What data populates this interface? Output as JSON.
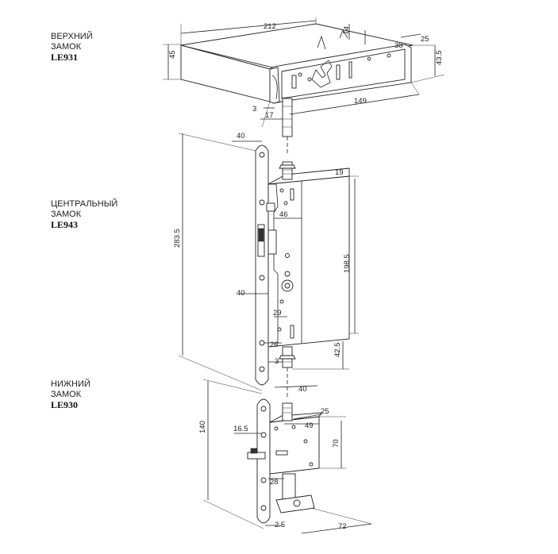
{
  "locks": {
    "top": {
      "line1": "ВЕРХНИЙ",
      "line2": "ЗАМОК",
      "code": "LE931"
    },
    "center": {
      "line1": "ЦЕНТРАЛЬНЫЙ",
      "line2": "ЗАМОК",
      "code": "LE943"
    },
    "bottom": {
      "line1": "НИЖНИЙ",
      "line2": "ЗАМОК",
      "code": "LE930"
    }
  },
  "dimensions": {
    "top_width": "212",
    "top_height": "45",
    "top_14": "14",
    "top_25": "25",
    "top_38": "38",
    "top_43_5": "43.5",
    "top_149": "149",
    "top_3": "3",
    "top_17": "17",
    "center_40": "40",
    "center_19": "19",
    "center_283_5": "283.5",
    "center_46": "46",
    "center_198_5": "198.5",
    "center_40b": "40",
    "center_29": "29",
    "center_26": "26",
    "center_3": "3",
    "center_42_5": "42.5",
    "bottom_40": "40",
    "bottom_140": "140",
    "bottom_25": "25",
    "bottom_16_5": "16.5",
    "bottom_49": "49",
    "bottom_70": "70",
    "bottom_28": "28",
    "bottom_2_5": "2.5",
    "bottom_72": "72"
  }
}
